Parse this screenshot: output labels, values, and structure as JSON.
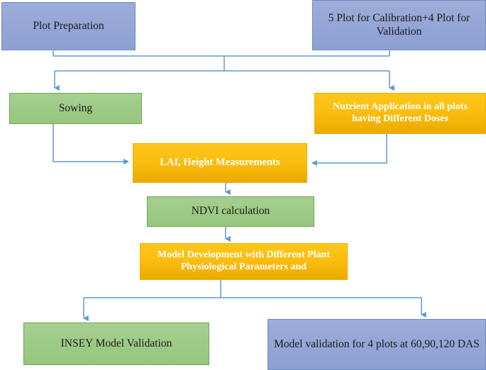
{
  "diagram": {
    "title": "Experimental methodology flowchart",
    "colors": {
      "blue_fill": "#95a6d6",
      "blue_border": "#7189c4",
      "green_fill": "#9cca85",
      "green_border": "#6fa84f",
      "orange_fill": "#fbbe10",
      "orange_border": "#f0ad02",
      "connector": "#5b9bd5",
      "blue_text": "#1a1a1a",
      "orange_text": "#ffffff"
    },
    "nodes": [
      {
        "id": "plot-preparation",
        "label": "Plot Preparation",
        "style": "blue"
      },
      {
        "id": "plot-calibration",
        "label": "5 Plot for Calibration+4 Plot for Validation",
        "style": "blue"
      },
      {
        "id": "sowing",
        "label": "Sowing",
        "style": "green"
      },
      {
        "id": "nutrient-application",
        "label": "Nutrient Application in all plots having Different Doses",
        "style": "orange"
      },
      {
        "id": "lai-height",
        "label": "LAI, Height Measurements",
        "style": "orange"
      },
      {
        "id": "ndvi-calculation",
        "label": "NDVI calculation",
        "style": "green"
      },
      {
        "id": "model-development",
        "label": "Model Development with Different Plant Physiological Parameters and",
        "style": "orange"
      },
      {
        "id": "insey-validation",
        "label": "INSEY Model Validation",
        "style": "green"
      },
      {
        "id": "model-validation-das",
        "label": "Model validation for 4 plots at 60,90,120 DAS",
        "style": "blue"
      }
    ],
    "edges": [
      {
        "from": "plot-preparation",
        "to": "sowing",
        "kind": "split-merge"
      },
      {
        "from": "plot-calibration",
        "to": "nutrient-application",
        "kind": "split-merge"
      },
      {
        "from": "sowing",
        "to": "lai-height",
        "kind": "elbow-right"
      },
      {
        "from": "nutrient-application",
        "to": "lai-height",
        "kind": "elbow-left"
      },
      {
        "from": "lai-height",
        "to": "ndvi-calculation",
        "kind": "straight"
      },
      {
        "from": "ndvi-calculation",
        "to": "model-development",
        "kind": "straight"
      },
      {
        "from": "model-development",
        "to": "insey-validation",
        "kind": "split"
      },
      {
        "from": "model-development",
        "to": "model-validation-das",
        "kind": "split"
      }
    ]
  }
}
